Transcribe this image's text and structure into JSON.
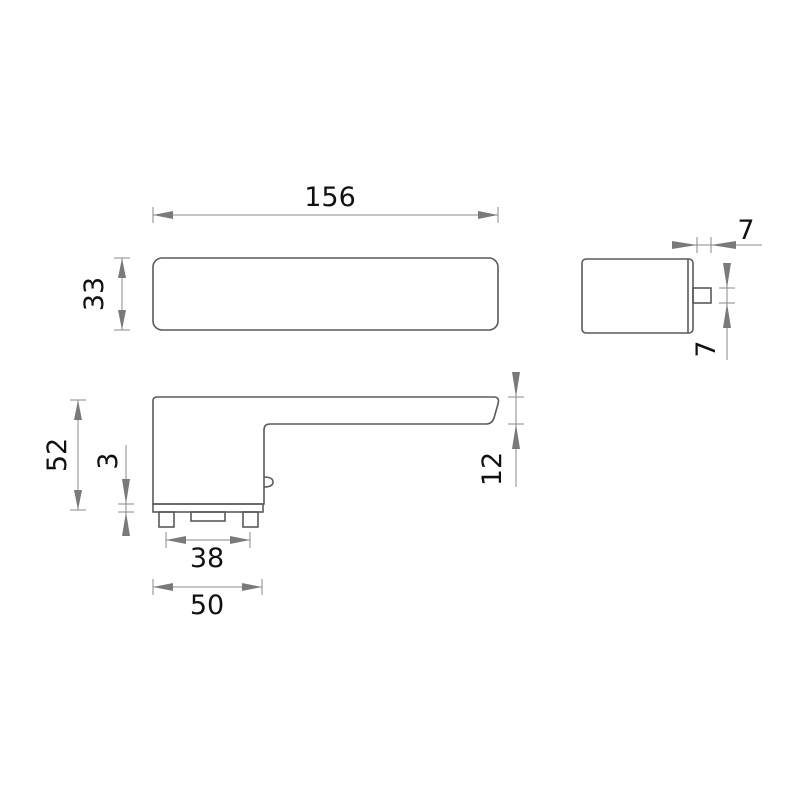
{
  "drawing": {
    "title": "Lever handle dimension drawing",
    "units": "mm",
    "dimensions": {
      "rose_length": "156",
      "rose_height": "33",
      "rose_depth": "7",
      "spindle_size": "7",
      "handle_height": "52",
      "base_plate": "3",
      "lever_thickness": "12",
      "pin_spacing": "38",
      "base_width": "50"
    }
  }
}
